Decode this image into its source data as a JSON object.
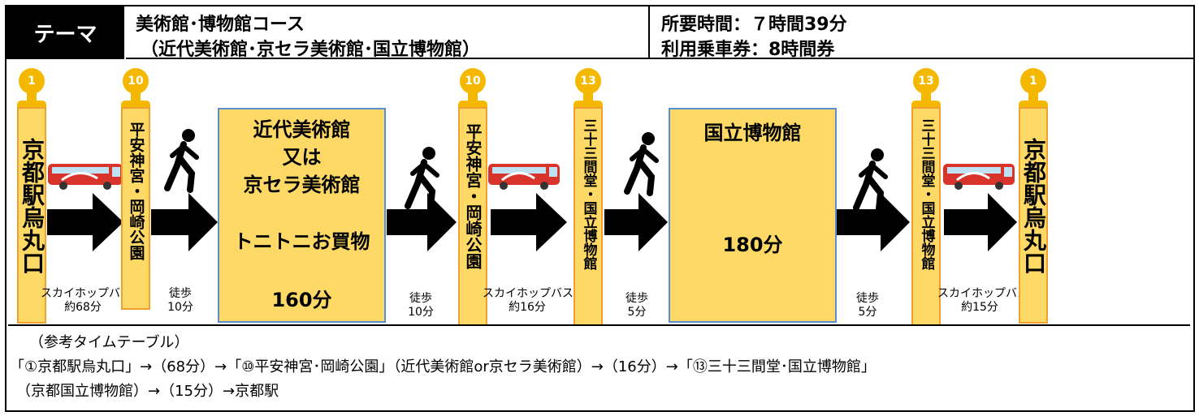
{
  "header": {
    "theme_label": "テーマ",
    "course_title": "美術館･博物館コース",
    "course_subtitle": "（近代美術館･京セラ美術館･国立博物館）",
    "duration": "所要時間：７時間39分",
    "ticket": "利用乗車券：8時間券"
  },
  "stops": [
    {
      "number": "1",
      "name": "京都駅烏丸口"
    },
    {
      "number": "10",
      "name": "平安神宮・岡崎公園"
    },
    {
      "number": "10",
      "name": "平安神宮・岡崎公園"
    },
    {
      "number": "13",
      "name": "三十三間堂・国立博物館"
    },
    {
      "number": "13",
      "name": "三十三間堂・国立博物館"
    },
    {
      "number": "1",
      "name": "京都駅烏丸口"
    }
  ],
  "legs": {
    "bus1": {
      "mode": "スカイホップバス",
      "time": "約68分"
    },
    "walk1": {
      "mode": "徒歩",
      "time": "10分"
    },
    "walk2": {
      "mode": "徒歩",
      "time": "10分"
    },
    "bus2": {
      "mode": "スカイホップバス",
      "time": "約16分"
    },
    "walk3": {
      "mode": "徒歩",
      "time": "5分"
    },
    "walk4": {
      "mode": "徒歩",
      "time": "5分"
    },
    "bus3": {
      "mode": "スカイホップバス",
      "time": "約15分"
    }
  },
  "venues": {
    "museum1": {
      "line1": "近代美術館",
      "line2": "又は",
      "line3": "京セラ美術館",
      "line4": "トニトニお買物",
      "duration": "160分"
    },
    "museum2": {
      "line1": "国立博物館",
      "duration": "180分"
    }
  },
  "notes": {
    "heading": "（参考タイムテーブル）",
    "line1": "「①京都駅烏丸口」→（68分）→「⑩平安神宮･岡崎公園」（近代美術館or京セラ美術館）→（16分）→「⑬三十三間堂･国立博物館」",
    "line2": "（京都国立博物館）→（15分）→京都駅"
  },
  "colors": {
    "stop_fill": "#ffd966",
    "stop_border": "#f0a030",
    "badge": "#f5b800",
    "venue_border": "#5b8fd0",
    "bus_red": "#d9342b"
  }
}
